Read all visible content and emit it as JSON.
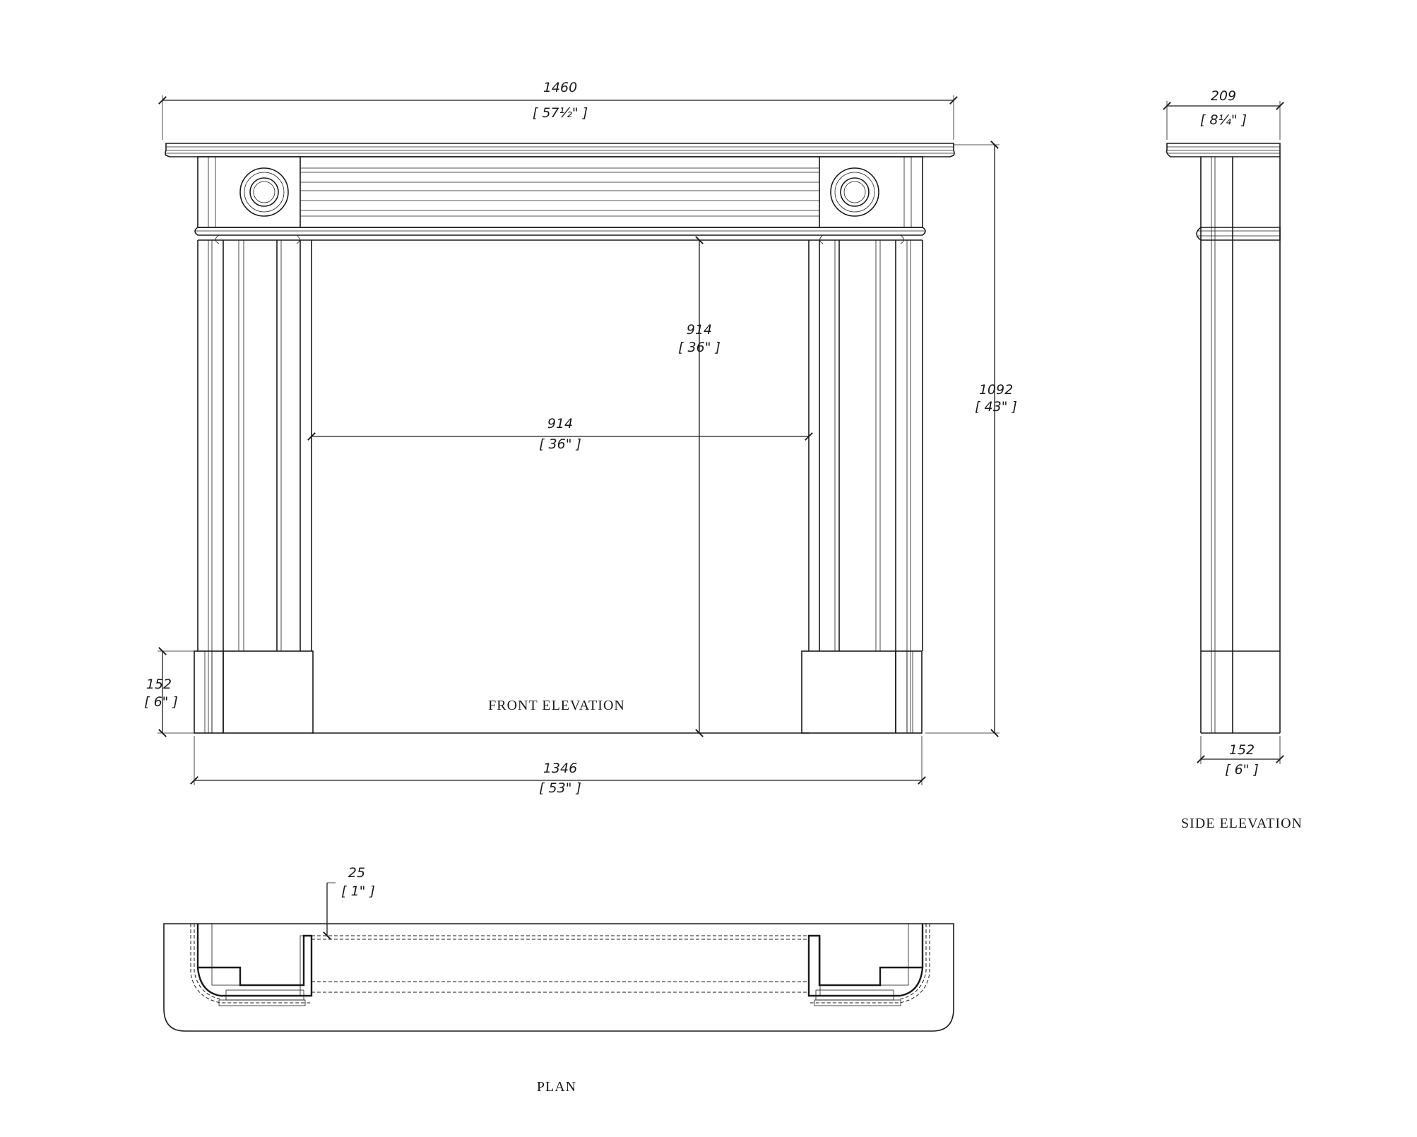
{
  "views": {
    "front": "FRONT ELEVATION",
    "side": "SIDE ELEVATION",
    "plan": "PLAN"
  },
  "dimensions": {
    "overall_width": {
      "mm": "1460",
      "inch": "[ 57½\" ]"
    },
    "overall_height": {
      "mm": "1092",
      "inch": "[ 43\" ]"
    },
    "opening_height": {
      "mm": "914",
      "inch": "[ 36\" ]"
    },
    "opening_width": {
      "mm": "914",
      "inch": "[ 36\" ]"
    },
    "plinth_height": {
      "mm": "152",
      "inch": "[ 6\" ]"
    },
    "base_width": {
      "mm": "1346",
      "inch": "[ 53\" ]"
    },
    "shelf_depth": {
      "mm": "209",
      "inch": "[ 8¼\" ]"
    },
    "side_depth": {
      "mm": "152",
      "inch": "[ 6\" ]"
    },
    "plan_offset": {
      "mm": "25",
      "inch": "[ 1\" ]"
    }
  }
}
